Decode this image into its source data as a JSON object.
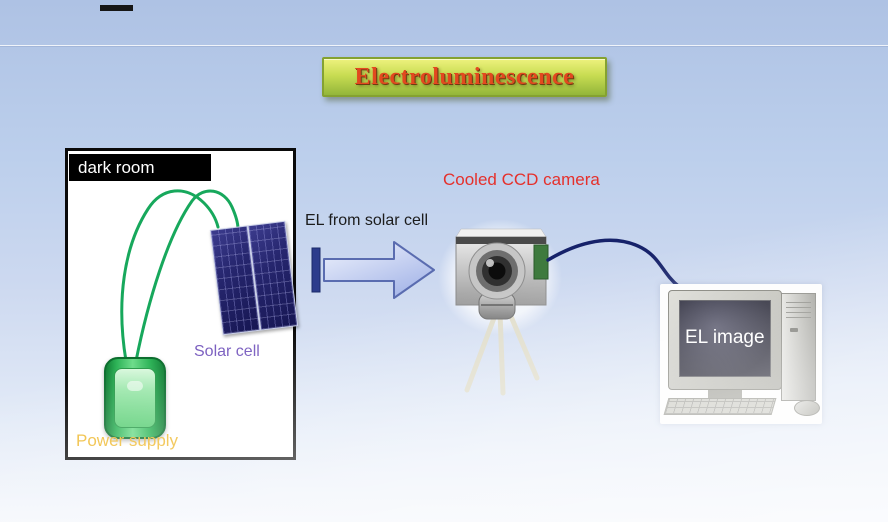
{
  "slide": {
    "title": "Electroluminescence",
    "dark_room": {
      "label": "dark room",
      "solar_cell_label": "Solar cell",
      "power_supply_label": "Power supply"
    },
    "arrow_label": "EL from solar cell",
    "camera_label": "Cooled CCD camera",
    "monitor_label": "EL image"
  },
  "colors": {
    "title_text": "#e2491f",
    "title_banner_top": "#eef27e",
    "title_banner_bottom": "#93b63a",
    "dark_room_header_bg": "#000000",
    "solar_cell_label": "#7b5fc0",
    "power_supply_label": "#efb92f",
    "camera_label": "#e5302b",
    "monitor_label": "#ffffff",
    "wire_green": "#17a85c",
    "cable_navy": "#16226a",
    "arrow_fill": "#c2cff0",
    "arrow_border": "#5a6cb0",
    "slide_bg_top": "#aec2e4",
    "slide_bg_bottom": "#f2f5fb"
  }
}
